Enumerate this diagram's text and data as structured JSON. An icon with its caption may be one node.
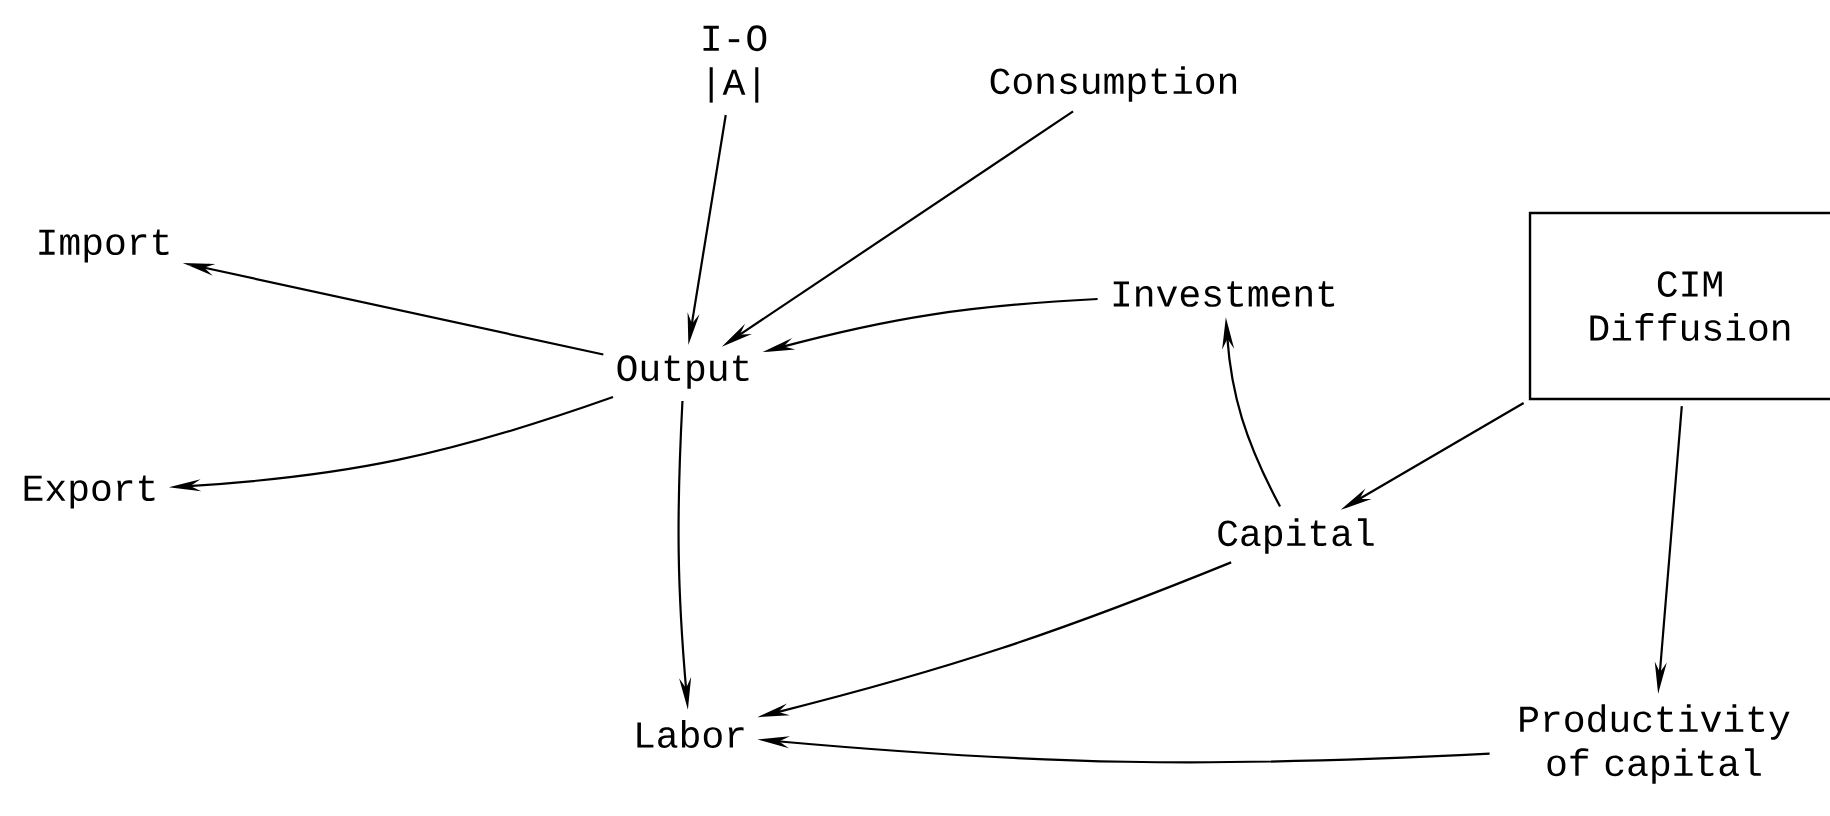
{
  "diagram": {
    "nodes": [
      {
        "text": [
          "I-O |A|"
        ]
      },
      {
        "text": [
          "Consumption"
        ]
      },
      {
        "text": [
          "Import"
        ]
      },
      {
        "text": [
          "Investment"
        ]
      },
      {
        "text": [
          "Output"
        ]
      },
      {
        "text": [
          "CIM Diffusion"
        ]
      },
      {
        "text": [
          "Export"
        ]
      },
      {
        "text": [
          "Capital"
        ]
      },
      {
        "text": [
          "Labor"
        ]
      },
      {
        "text": [
          "Productivity of capital"
        ]
      }
    ],
    "edges": [
      {
        "from": 0,
        "to": 4,
        "arrow": "to"
      },
      {
        "from": 1,
        "to": 4,
        "arrow": "to"
      },
      {
        "from": 3,
        "to": 4,
        "arrow": "to"
      },
      {
        "from": 4,
        "to": 2,
        "arrow": "to"
      },
      {
        "from": 4,
        "to": 6,
        "arrow": "to"
      },
      {
        "from": 4,
        "to": 8,
        "arrow": "to"
      },
      {
        "from": 7,
        "to": 3,
        "arrow": "to"
      },
      {
        "from": 5,
        "to": 7,
        "arrow": "to"
      },
      {
        "from": 5,
        "to": 9,
        "arrow": "to"
      },
      {
        "from": 7,
        "to": 8,
        "arrow": "to"
      },
      {
        "from": 9,
        "to": 8,
        "arrow": "to"
      }
    ]
  }
}
